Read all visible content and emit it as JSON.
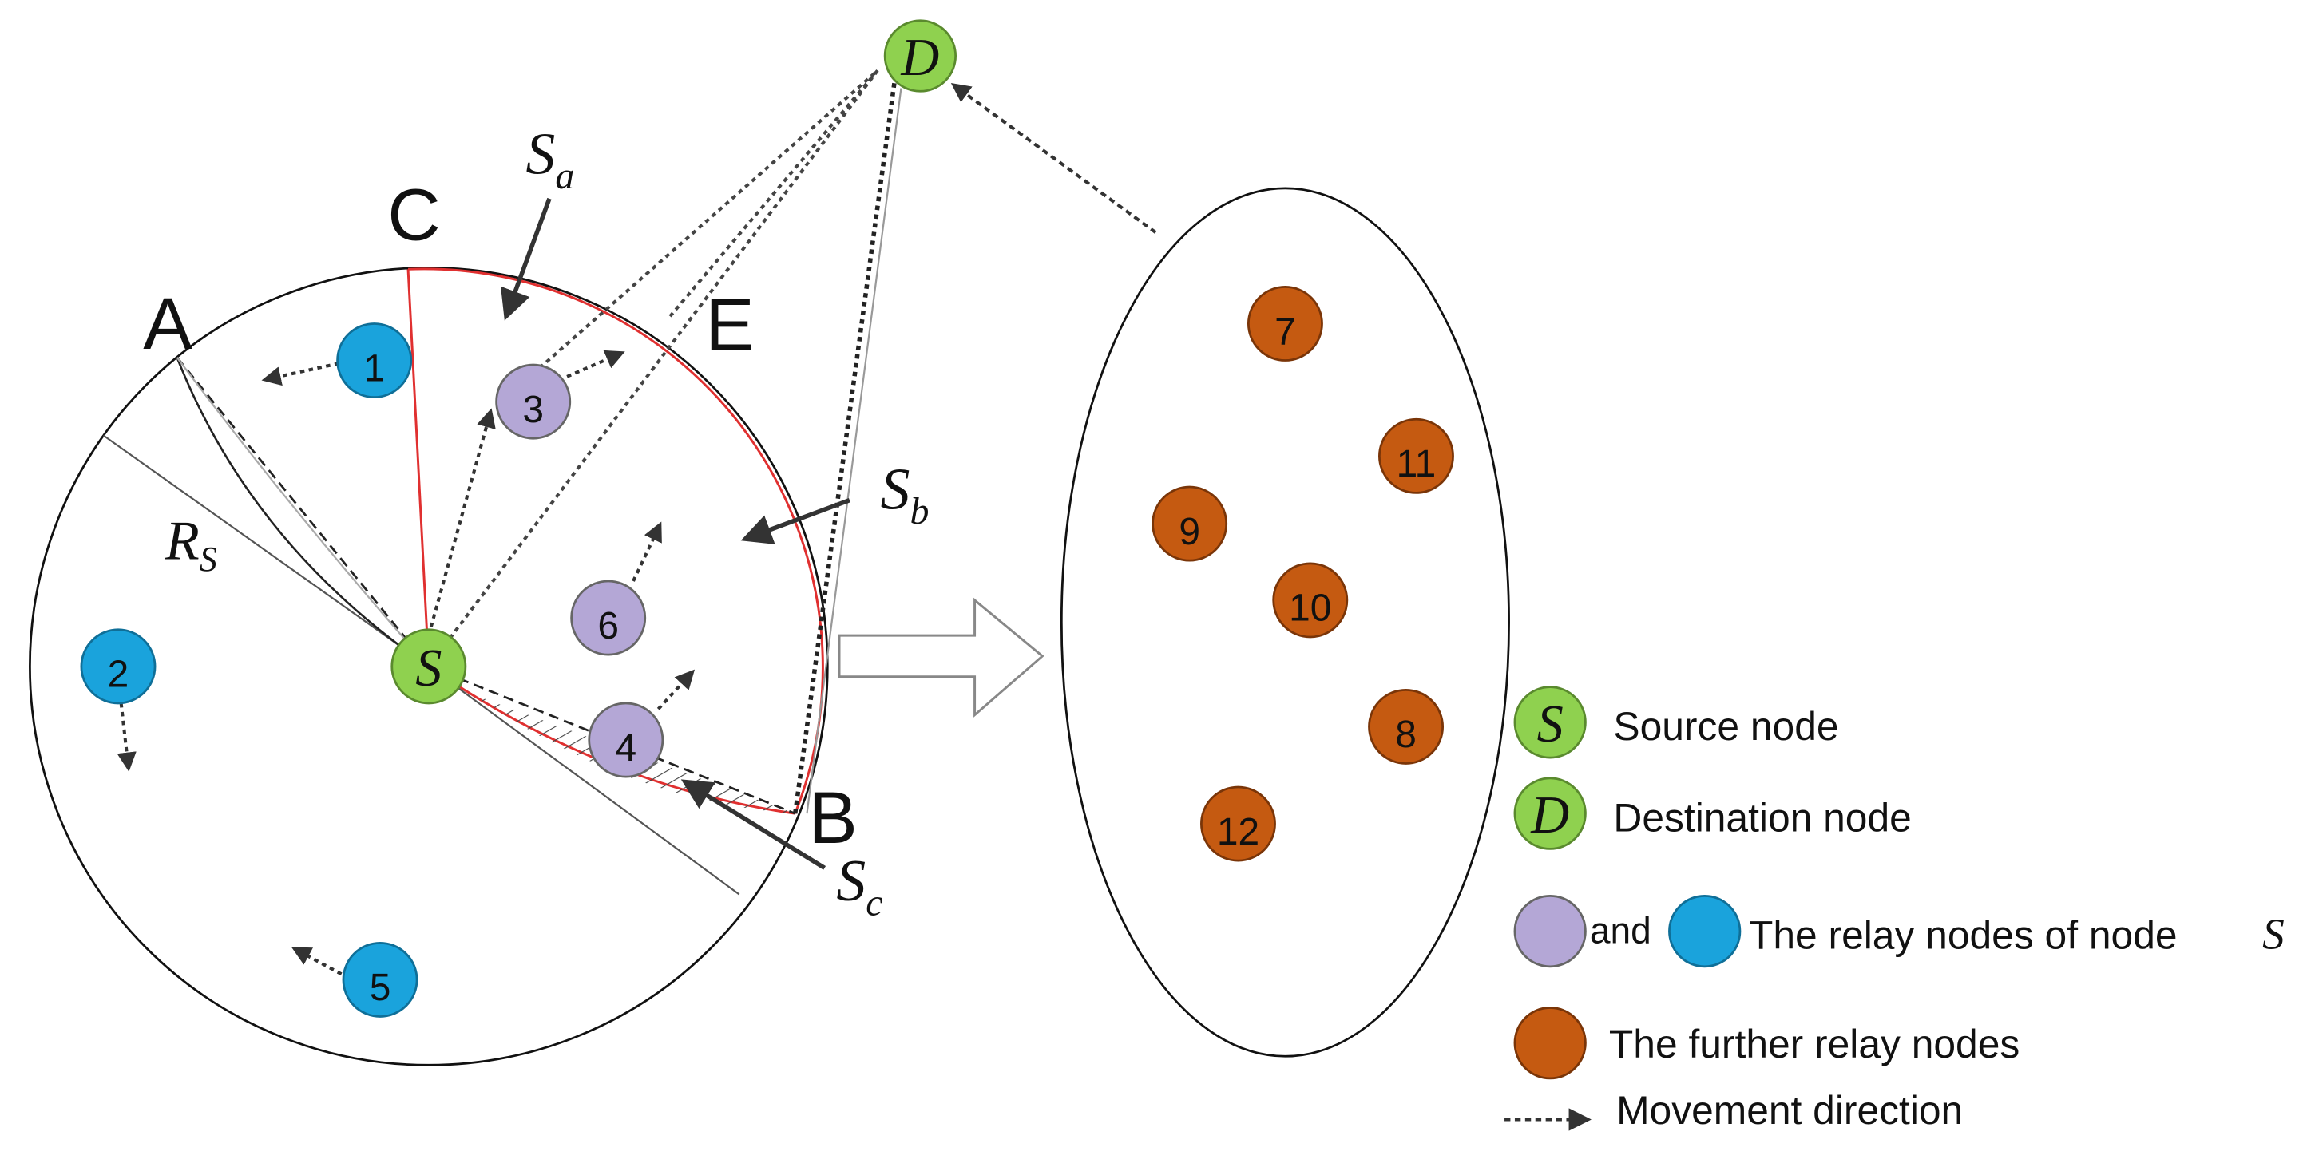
{
  "nodes": {
    "source": {
      "label": "S",
      "color": "#8fd14f"
    },
    "destination": {
      "label": "D",
      "color": "#8fd14f"
    },
    "purple_relays": [
      {
        "label": "3"
      },
      {
        "label": "6"
      },
      {
        "label": "4"
      }
    ],
    "blue_relays": [
      {
        "label": "1"
      },
      {
        "label": "2"
      },
      {
        "label": "5"
      }
    ],
    "further_relays": [
      {
        "label": "7"
      },
      {
        "label": "11"
      },
      {
        "label": "9"
      },
      {
        "label": "10"
      },
      {
        "label": "8"
      },
      {
        "label": "12"
      }
    ]
  },
  "colors": {
    "purple": "#b4a7d6",
    "blue": "#1aa3dc",
    "orange": "#c55a11",
    "green": "#8fd14f",
    "region_edge": "#e03030"
  },
  "points": {
    "A": "A",
    "B": "B",
    "C": "C",
    "E": "E"
  },
  "region_labels": {
    "sa_main": "S",
    "sa_sub": "a",
    "sb_main": "S",
    "sb_sub": "b",
    "sc_main": "S",
    "sc_sub": "c",
    "rs_main": "R",
    "rs_sub": "S"
  },
  "legend": {
    "source_symbol": "S",
    "source_label": "Source node",
    "destination_symbol": "D",
    "destination_label": "Destination node",
    "and_word": "and",
    "relay_label": "The relay nodes of node",
    "relay_symbol": "S",
    "further_label": "The further relay nodes",
    "movement_label": "Movement direction"
  }
}
